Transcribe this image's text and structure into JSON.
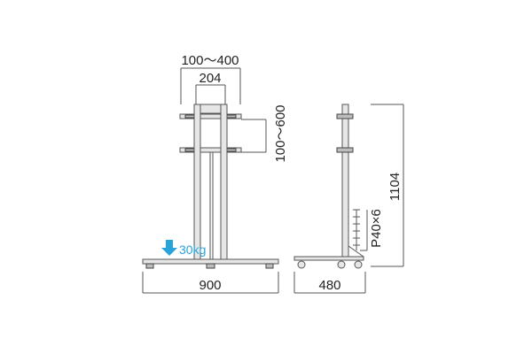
{
  "front_view": {
    "vesa_range": "100～400",
    "bracket_width": "204",
    "height_adjust": "100～600",
    "base_width": "900",
    "load_capacity": "30kg"
  },
  "side_view": {
    "total_height": "1104",
    "pitch": "P40×6",
    "base_depth": "480"
  },
  "colors": {
    "line": "#555555",
    "fill": "#e6e6e6",
    "accent": "#29a3db"
  },
  "icons": {
    "load_arrow": "down-arrow-icon"
  }
}
